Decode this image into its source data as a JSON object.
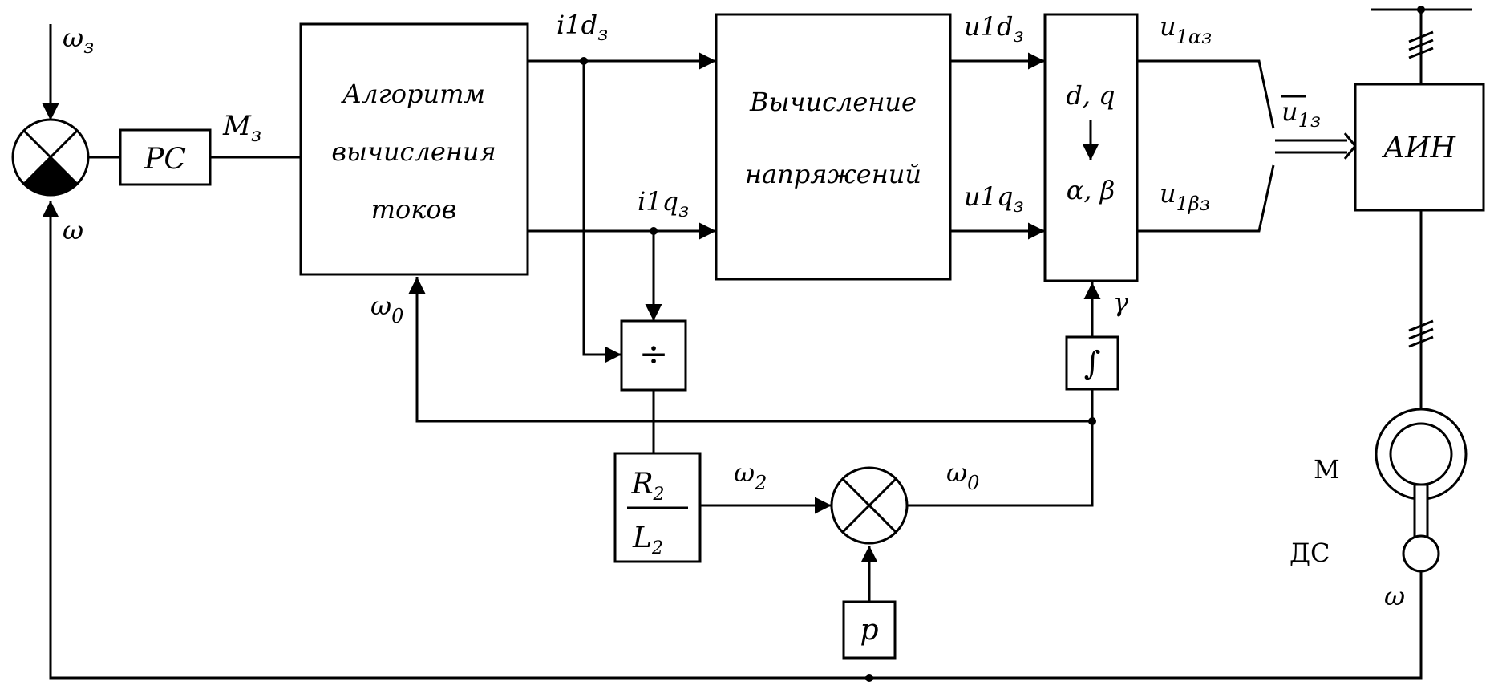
{
  "blocks": {
    "rs": "РС",
    "current_algo": [
      "Алгоритм",
      "вычисления",
      "токов"
    ],
    "voltage_calc": [
      "Вычисление",
      "напряжений"
    ],
    "transform": {
      "top": "d, q",
      "bottom": "α, β"
    },
    "inverter": "АИН",
    "integrator": "∫",
    "divider": "÷",
    "gain_num": "R",
    "gain_num_sub": "2",
    "gain_den": "L",
    "gain_den_sub": "2",
    "pole_pairs": "p"
  },
  "signals": {
    "omega_ref": "ω",
    "omega_ref_sub": "з",
    "omega_fb": "ω",
    "torque_ref": "M",
    "torque_ref_sub": "з",
    "i1d": "i1d",
    "i1d_sub": "з",
    "i1q": "i1q",
    "i1q_sub": "з",
    "u1d": "u1d",
    "u1d_sub": "з",
    "u1q": "u1q",
    "u1q_sub": "з",
    "u_alpha": "u",
    "u_alpha_sub": "1αз",
    "u_beta": "u",
    "u_beta_sub": "1βз",
    "u_vec": "u",
    "u_vec_sub": "1з",
    "omega0_algo": "ω",
    "omega0_algo_sub": "0",
    "omega0_sum": "ω",
    "omega0_sum_sub": "0",
    "omega2": "ω",
    "omega2_sub": "2",
    "gamma": "γ",
    "motor": "M",
    "sensor": "ДС",
    "omega_sensor": "ω"
  }
}
